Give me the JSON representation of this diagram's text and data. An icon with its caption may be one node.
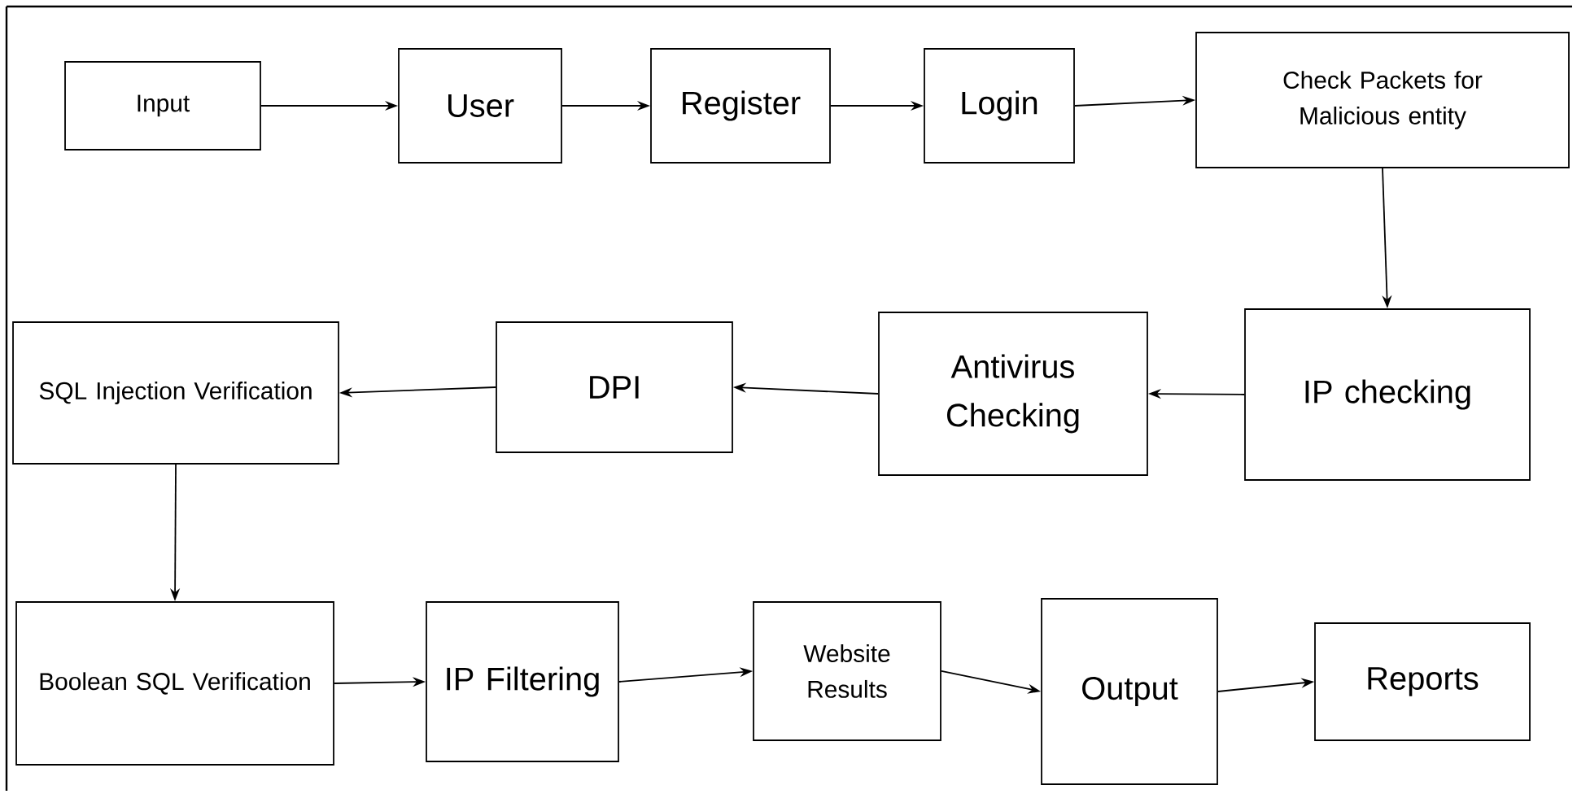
{
  "diagram": {
    "nodes": [
      {
        "text": [
          "Input"
        ]
      },
      {
        "text": [
          "User"
        ]
      },
      {
        "text": [
          "Register"
        ]
      },
      {
        "text": [
          "Login"
        ]
      },
      {
        "text": [
          "Check Packets for Malicious entity"
        ]
      },
      {
        "text": [
          "IP checking"
        ]
      },
      {
        "text": [
          "Antivirus Checking"
        ]
      },
      {
        "text": [
          "DPI"
        ]
      },
      {
        "text": [
          "SQL Injection Verification"
        ]
      },
      {
        "text": [
          "Boolean SQL Verification"
        ]
      },
      {
        "text": [
          "IP Filtering"
        ]
      },
      {
        "text": [
          "Website Results"
        ]
      },
      {
        "text": [
          "Output"
        ]
      },
      {
        "text": [
          "Reports"
        ]
      }
    ],
    "edges": [
      {
        "from": 0,
        "to": 1,
        "arrow": "to"
      },
      {
        "from": 1,
        "to": 2,
        "arrow": "to"
      },
      {
        "from": 2,
        "to": 3,
        "arrow": "to"
      },
      {
        "from": 3,
        "to": 4,
        "arrow": "to"
      },
      {
        "from": 4,
        "to": 5,
        "arrow": "to"
      },
      {
        "from": 5,
        "to": 6,
        "arrow": "to"
      },
      {
        "from": 6,
        "to": 7,
        "arrow": "to"
      },
      {
        "from": 7,
        "to": 8,
        "arrow": "to"
      },
      {
        "from": 8,
        "to": 9,
        "arrow": "to"
      },
      {
        "from": 9,
        "to": 10,
        "arrow": "to"
      },
      {
        "from": 10,
        "to": 11,
        "arrow": "to"
      },
      {
        "from": 11,
        "to": 12,
        "arrow": "to"
      },
      {
        "from": 12,
        "to": 13,
        "arrow": "to"
      }
    ]
  }
}
